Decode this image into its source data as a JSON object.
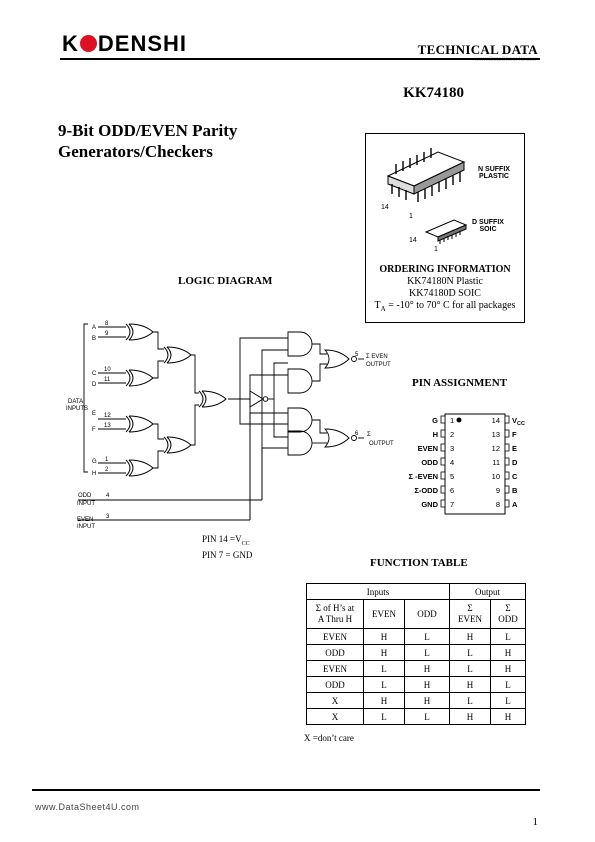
{
  "header": {
    "logo_pre": "K",
    "logo_post": "DENSHI",
    "logo_circle_color": "#dd1122",
    "doc_type": "TECHNICAL DATA",
    "watermark": "www.DataSheet4U.com",
    "part_number": "KK74180"
  },
  "title": "9-Bit ODD/EVEN Parity Generators/Checkers",
  "package": {
    "n_suffix": "N SUFFIX",
    "n_type": "PLASTIC",
    "d_suffix": "D SUFFIX",
    "d_type": "SOIC",
    "pin14": "14",
    "pin1": "1"
  },
  "ordering": {
    "heading": "ORDERING INFORMATION",
    "line1": "KK74180N Plastic",
    "line2": "KK74180D   SOIC",
    "temp_pre": "T",
    "temp_sub": "A",
    "temp_post": " = -10° to 70° C for all packages"
  },
  "logic_diagram": {
    "heading": "LOGIC DIAGRAM",
    "data_inputs_1": "DATA",
    "data_inputs_2": "INPUTS",
    "inputs": [
      {
        "name": "A",
        "pin": "8"
      },
      {
        "name": "B",
        "pin": "9"
      },
      {
        "name": "C",
        "pin": "10"
      },
      {
        "name": "D",
        "pin": "11"
      },
      {
        "name": "E",
        "pin": "12"
      },
      {
        "name": "F",
        "pin": "13"
      },
      {
        "name": "G",
        "pin": "1"
      },
      {
        "name": "H",
        "pin": "2"
      }
    ],
    "odd_input_1": "ODD",
    "odd_input_2": "INPUT",
    "odd_pin": "4",
    "even_input_1": "EVEN",
    "even_input_2": "INPUT",
    "even_pin": "3",
    "out_even_pin": "5",
    "out_even_label_1": "Σ EVEN",
    "out_even_label_2": "OUTPUT",
    "out_odd_pin": "6",
    "out_odd_label_1": "Σ",
    "out_odd_label_2": "OUTPUT",
    "pin_note_1": "PIN 14 =V",
    "pin_note_1_sub": "CC",
    "pin_note_2": "PIN 7 = GND"
  },
  "pin_assignment": {
    "heading": "PIN ASSIGNMENT",
    "left": [
      {
        "name": "G",
        "num": "1"
      },
      {
        "name": "H",
        "num": "2"
      },
      {
        "name": "EVEN",
        "num": "3"
      },
      {
        "name": "ODD",
        "num": "4"
      },
      {
        "name": "Σ -EVEN",
        "num": "5"
      },
      {
        "name": "Σ-ODD",
        "num": "6"
      },
      {
        "name": "GND",
        "num": "7"
      }
    ],
    "right": [
      {
        "name": "V",
        "sub": "CC",
        "num": "14"
      },
      {
        "name": "F",
        "num": "13"
      },
      {
        "name": "E",
        "num": "12"
      },
      {
        "name": "D",
        "num": "11"
      },
      {
        "name": "C",
        "num": "10"
      },
      {
        "name": "B",
        "num": "9"
      },
      {
        "name": "A",
        "num": "8"
      }
    ]
  },
  "function_table": {
    "heading": "FUNCTION TABLE",
    "group_inputs": "Inputs",
    "group_output": "Output",
    "col_sum_1": "Σ of H’s at",
    "col_sum_2": "A Thru H",
    "col_even": "EVEN",
    "col_odd": "ODD",
    "col_sigma_even_1": "Σ",
    "col_sigma_even_2": "EVEN",
    "col_sigma_odd_1": "Σ",
    "col_sigma_odd_2": "ODD",
    "rows": [
      [
        "EVEN",
        "H",
        "L",
        "H",
        "L"
      ],
      [
        "ODD",
        "H",
        "L",
        "L",
        "H"
      ],
      [
        "EVEN",
        "L",
        "H",
        "L",
        "H"
      ],
      [
        "ODD",
        "L",
        "H",
        "H",
        "L"
      ],
      [
        "X",
        "H",
        "H",
        "L",
        "L"
      ],
      [
        "X",
        "L",
        "L",
        "H",
        "H"
      ]
    ],
    "footnote": "X =don’t care"
  },
  "footer": {
    "url": "www.DataSheet4U.com",
    "page": "1"
  }
}
